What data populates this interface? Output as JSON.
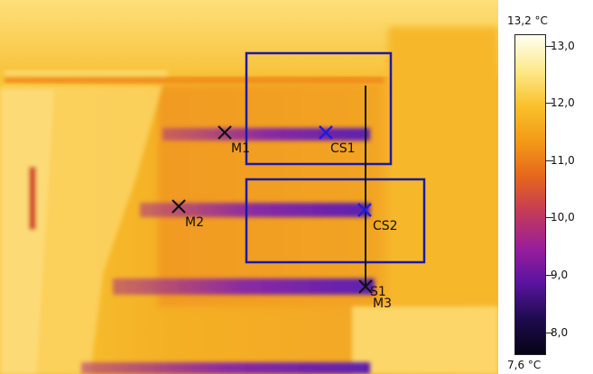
{
  "image": {
    "markers": [
      {
        "label": "M1"
      },
      {
        "label": "CS1"
      },
      {
        "label": "M2"
      },
      {
        "label": "CS2"
      },
      {
        "label": "S1"
      },
      {
        "label": "M3"
      }
    ]
  },
  "scale": {
    "max_label": "13,2 °C",
    "min_label": "7,6 °C",
    "ticks": [
      "13,0",
      "12,0",
      "11,0",
      "10,0",
      "9,0",
      "8,0"
    ],
    "colors": [
      "#fffef2",
      "#fde98a",
      "#f9c12a",
      "#f39a17",
      "#e5651d",
      "#c43a59",
      "#9a1e9b",
      "#5a139f",
      "#1e0b4f",
      "#060414"
    ]
  },
  "colors": {
    "cursor_black": "#111111",
    "cursor_blue": "#1d1dd8",
    "box_blue": "#1a1aa8"
  }
}
